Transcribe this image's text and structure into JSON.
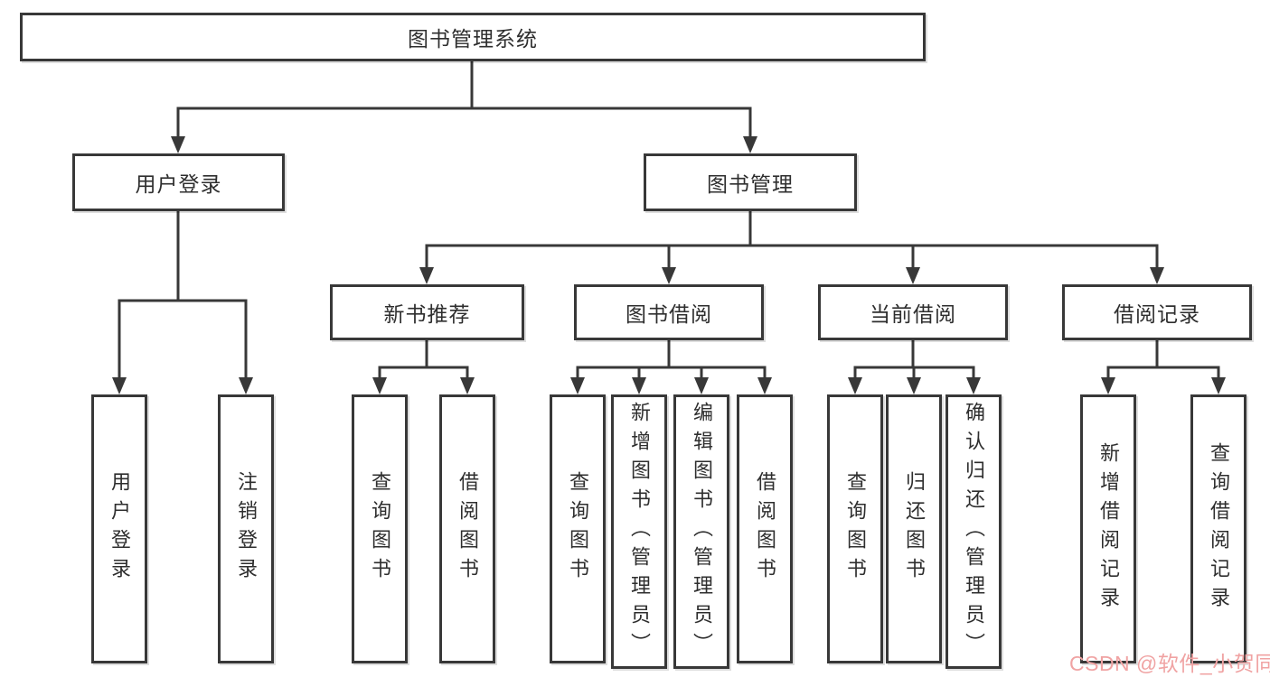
{
  "diagram": {
    "root": {
      "label": "图书管理系统"
    },
    "children": [
      {
        "label": "用户登录",
        "children": [
          {
            "label": "用户登录"
          },
          {
            "label": "注销登录"
          }
        ]
      },
      {
        "label": "图书管理",
        "children": [
          {
            "label": "新书推荐",
            "children": [
              {
                "label": "查询图书"
              },
              {
                "label": "借阅图书"
              }
            ]
          },
          {
            "label": "图书借阅",
            "children": [
              {
                "label": "查询图书"
              },
              {
                "label": "新增图书（管理员）"
              },
              {
                "label": "编辑图书（管理员）"
              },
              {
                "label": "借阅图书"
              }
            ]
          },
          {
            "label": "当前借阅",
            "children": [
              {
                "label": "查询图书"
              },
              {
                "label": "归还图书"
              },
              {
                "label": "确认归还（管理员）"
              }
            ]
          },
          {
            "label": "借阅记录",
            "children": [
              {
                "label": "新增借阅记录"
              },
              {
                "label": "查询借阅记录"
              }
            ]
          }
        ]
      }
    ]
  },
  "watermark": {
    "text": "CSDN @软件_小贺同学",
    "color": "#f0a3a3"
  },
  "colors": {
    "line": "#383838",
    "text": "#2e2e2e",
    "box_background": "#ffffff"
  }
}
